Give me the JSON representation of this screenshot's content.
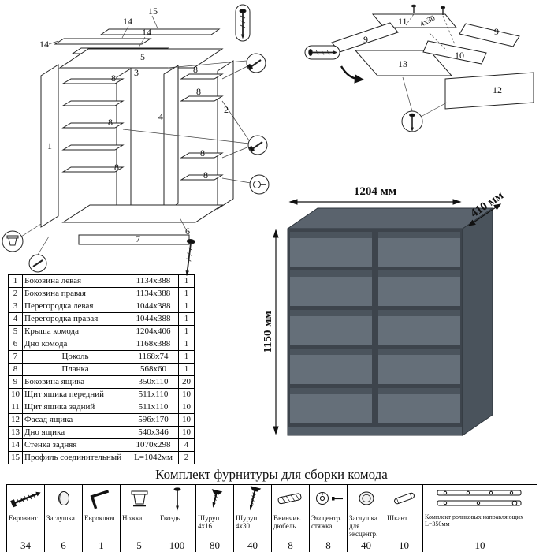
{
  "page": {
    "title": "Комплект фурнитуры для сборки комода"
  },
  "colors": {
    "dresser_front": "#67717b",
    "dresser_side": "#4a535c",
    "dresser_top": "#5a636d",
    "line": "#222222"
  },
  "dresser": {
    "width_label": "1204 мм",
    "depth_label": "410 мм",
    "height_label": "1150 мм"
  },
  "diagram_cabinet": {
    "labels": {
      "n15": "15",
      "n14": "14",
      "n5": "5",
      "n3": "3",
      "n4": "4",
      "n1": "1",
      "n2": "2",
      "n6": "6",
      "n7": "7",
      "n8": "8"
    }
  },
  "diagram_drawer": {
    "labels": {
      "n11": "11",
      "n9": "9",
      "n13": "13",
      "n10": "10",
      "n12": "12",
      "screw_size": "4x30"
    }
  },
  "parts_table": {
    "rows": [
      {
        "num": "1",
        "name": "Боковина левая",
        "size": "1134x388",
        "qty": "1"
      },
      {
        "num": "2",
        "name": "Боковина правая",
        "size": "1134x388",
        "qty": "1"
      },
      {
        "num": "3",
        "name": "Перегородка левая",
        "size": "1044x388",
        "qty": "1"
      },
      {
        "num": "4",
        "name": "Перегородка правая",
        "size": "1044x388",
        "qty": "1"
      },
      {
        "num": "5",
        "name": "Крыша комода",
        "size": "1204x406",
        "qty": "1"
      },
      {
        "num": "6",
        "name": "Дно комода",
        "size": "1168x388",
        "qty": "1"
      },
      {
        "num": "7",
        "name": "Цоколь",
        "size": "1168x74",
        "qty": "1",
        "center": true
      },
      {
        "num": "8",
        "name": "Планка",
        "size": "568x60",
        "qty": "1",
        "center": true
      },
      {
        "num": "9",
        "name": "Боковина ящика",
        "size": "350x110",
        "qty": "20"
      },
      {
        "num": "10",
        "name": "Щит ящика передний",
        "size": "511x110",
        "qty": "10"
      },
      {
        "num": "11",
        "name": "Щит ящика задний",
        "size": "511x110",
        "qty": "10"
      },
      {
        "num": "12",
        "name": "Фасад ящика",
        "size": "596x170",
        "qty": "10"
      },
      {
        "num": "13",
        "name": "Дно ящика",
        "size": "540x346",
        "qty": "10"
      },
      {
        "num": "14",
        "name": "Стенка задняя",
        "size": "1070x298",
        "qty": "4"
      },
      {
        "num": "15",
        "name": "Профиль соединительный",
        "size": "L=1042мм",
        "qty": "2"
      }
    ]
  },
  "hardware": {
    "items": [
      {
        "name": "Евровинт",
        "qty": "34",
        "icon": "euroscrew-icon"
      },
      {
        "name": "Заглушка",
        "qty": "6",
        "icon": "cap-icon"
      },
      {
        "name": "Евроключ",
        "qty": "1",
        "icon": "hex-key-icon"
      },
      {
        "name": "Ножка",
        "qty": "5",
        "icon": "foot-icon"
      },
      {
        "name": "Гвоздь",
        "qty": "100",
        "icon": "nail-icon"
      },
      {
        "name": "Шуруп 4x16",
        "qty": "80",
        "icon": "screw-short-icon"
      },
      {
        "name": "Шуруп 4x30",
        "qty": "40",
        "icon": "screw-long-icon"
      },
      {
        "name": "Ввинчив. дюбель",
        "qty": "8",
        "icon": "threaded-dowel-icon"
      },
      {
        "name": "Эксцентр. стяжка",
        "qty": "8",
        "icon": "cam-lock-icon"
      },
      {
        "name": "Заглушка для эксцентр.",
        "qty": "40",
        "icon": "cam-cap-icon"
      },
      {
        "name": "Шкант",
        "qty": "10",
        "icon": "wood-dowel-icon"
      },
      {
        "name": "Комплект роликовых направляющих L=350мм",
        "qty": "10",
        "icon": "drawer-slide-icon"
      }
    ]
  }
}
